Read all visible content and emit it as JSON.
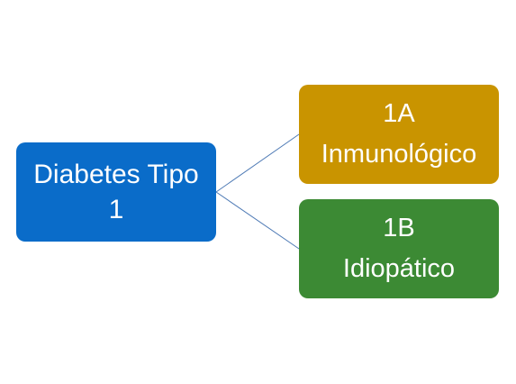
{
  "root": {
    "line1": "Diabetes Tipo",
    "line2": "1",
    "color": "#0a6cc9"
  },
  "children": [
    {
      "line1": "1A",
      "line2": "Inmunológico",
      "color": "#c99400"
    },
    {
      "line1": "1B",
      "line2": "Idiopático",
      "color": "#3c8a34"
    }
  ],
  "connector_color": "#4e7ab5"
}
